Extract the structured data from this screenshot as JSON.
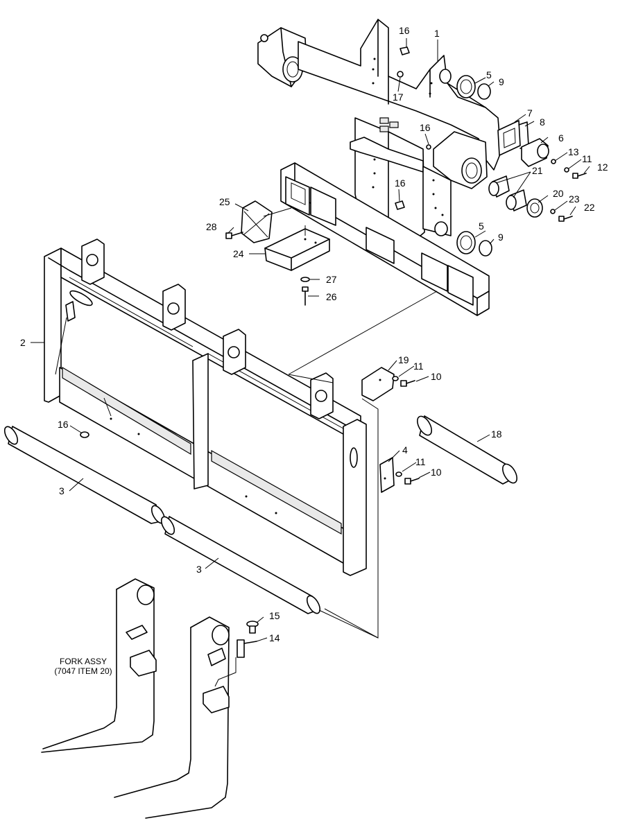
{
  "callouts": [
    {
      "id": "c1",
      "text": "1"
    },
    {
      "id": "c2",
      "text": "2"
    },
    {
      "id": "c3a",
      "text": "3"
    },
    {
      "id": "c3b",
      "text": "3"
    },
    {
      "id": "c4",
      "text": "4"
    },
    {
      "id": "c5a",
      "text": "5"
    },
    {
      "id": "c5b",
      "text": "5"
    },
    {
      "id": "c6",
      "text": "6"
    },
    {
      "id": "c7",
      "text": "7"
    },
    {
      "id": "c8",
      "text": "8"
    },
    {
      "id": "c9a",
      "text": "9"
    },
    {
      "id": "c9b",
      "text": "9"
    },
    {
      "id": "c10a",
      "text": "10"
    },
    {
      "id": "c10b",
      "text": "10"
    },
    {
      "id": "c11a",
      "text": "11"
    },
    {
      "id": "c11b",
      "text": "11"
    },
    {
      "id": "c11c",
      "text": "11"
    },
    {
      "id": "c12",
      "text": "12"
    },
    {
      "id": "c13",
      "text": "13"
    },
    {
      "id": "c14",
      "text": "14"
    },
    {
      "id": "c15",
      "text": "15"
    },
    {
      "id": "c16a",
      "text": "16"
    },
    {
      "id": "c16b",
      "text": "16"
    },
    {
      "id": "c16c",
      "text": "16"
    },
    {
      "id": "c16d",
      "text": "16"
    },
    {
      "id": "c17",
      "text": "17"
    },
    {
      "id": "c18",
      "text": "18"
    },
    {
      "id": "c19",
      "text": "19"
    },
    {
      "id": "c20",
      "text": "20"
    },
    {
      "id": "c21",
      "text": "21"
    },
    {
      "id": "c22",
      "text": "22"
    },
    {
      "id": "c23",
      "text": "23"
    },
    {
      "id": "c24",
      "text": "24"
    },
    {
      "id": "c25",
      "text": "25"
    },
    {
      "id": "c26",
      "text": "26"
    },
    {
      "id": "c27",
      "text": "27"
    },
    {
      "id": "c28",
      "text": "28"
    }
  ],
  "fork_note": {
    "line1": "FORK ASSY",
    "line2": "(7047 ITEM 20)"
  }
}
